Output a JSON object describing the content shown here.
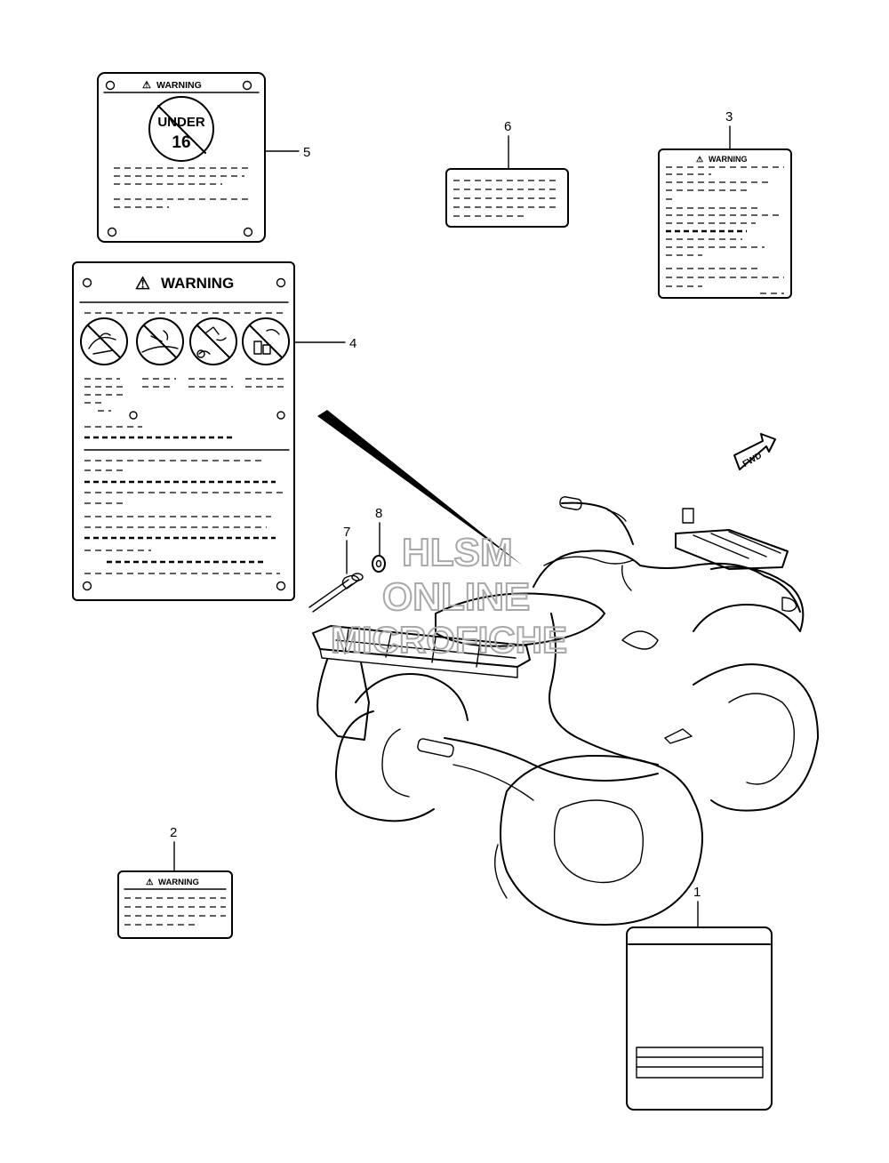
{
  "labels": {
    "warning_text": "WARNING",
    "warning_symbol": "⚠",
    "under16_top": "UNDER",
    "under16_bottom": "16"
  },
  "callouts": [
    "1",
    "2",
    "3",
    "4",
    "5",
    "6",
    "7",
    "8"
  ],
  "watermark": {
    "line1": "HLSM",
    "line2": "ONLINE",
    "line3": "MICROFICHE"
  },
  "direction_marker": "FWD"
}
